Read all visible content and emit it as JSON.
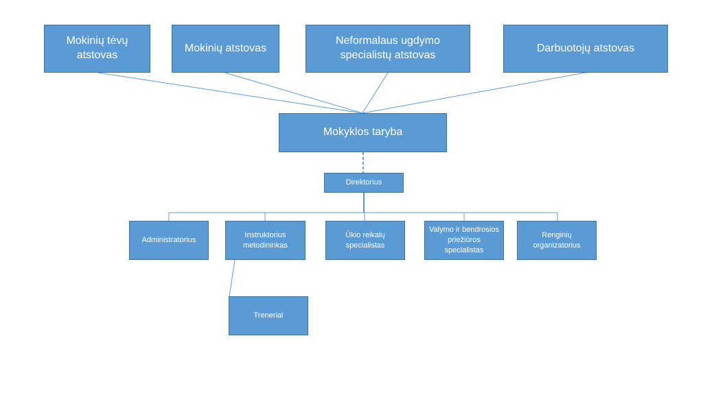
{
  "diagram": {
    "representatives": {
      "parents": "Mokinių tėvų atstovas",
      "students": "Mokinių atstovas",
      "nonformal": "Neformalaus ugdymo specialistų atstovas",
      "employees": "Darbuotojų atstovas"
    },
    "council": "Mokyklos taryba",
    "director": "Direktorius",
    "staff": {
      "administrator": "Administratorius",
      "instructor": "Instruktorius metodininkas",
      "economy": "Ūkio reikalų specialistas",
      "cleaning": "Valymo ir bendrosios priežiūros specialistas",
      "events": "Renginių organizatorius"
    },
    "coaches": "Treneriai"
  },
  "colors": {
    "box_fill": "#5b9bd5",
    "box_border": "#41719c",
    "connector": "#5b9bd5",
    "text": "#ffffff"
  }
}
